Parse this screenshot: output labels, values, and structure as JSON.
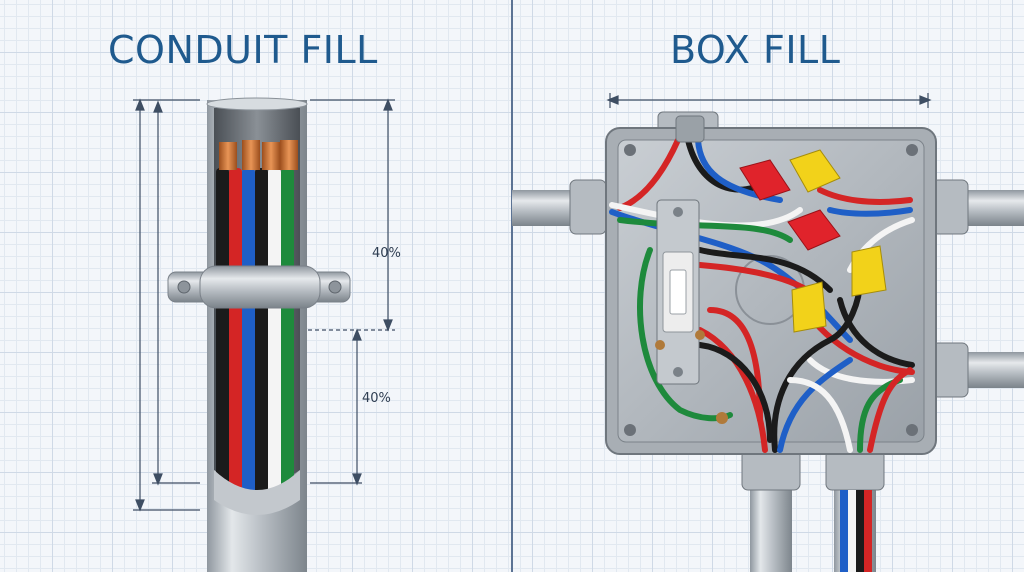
{
  "left_panel": {
    "title": "CONDUIT FILL",
    "measure_top": "40%",
    "measure_bottom": "40%"
  },
  "right_panel": {
    "title": "BOX FILL"
  },
  "colors": {
    "title": "#1f5a8e",
    "wire_black": "#1b1b1b",
    "wire_red": "#d42525",
    "wire_blue": "#1f5fc7",
    "wire_white": "#f4f4f4",
    "wire_green": "#1e8a3c",
    "connector_red": "#e0232b",
    "connector_yellow": "#f2d21a"
  }
}
